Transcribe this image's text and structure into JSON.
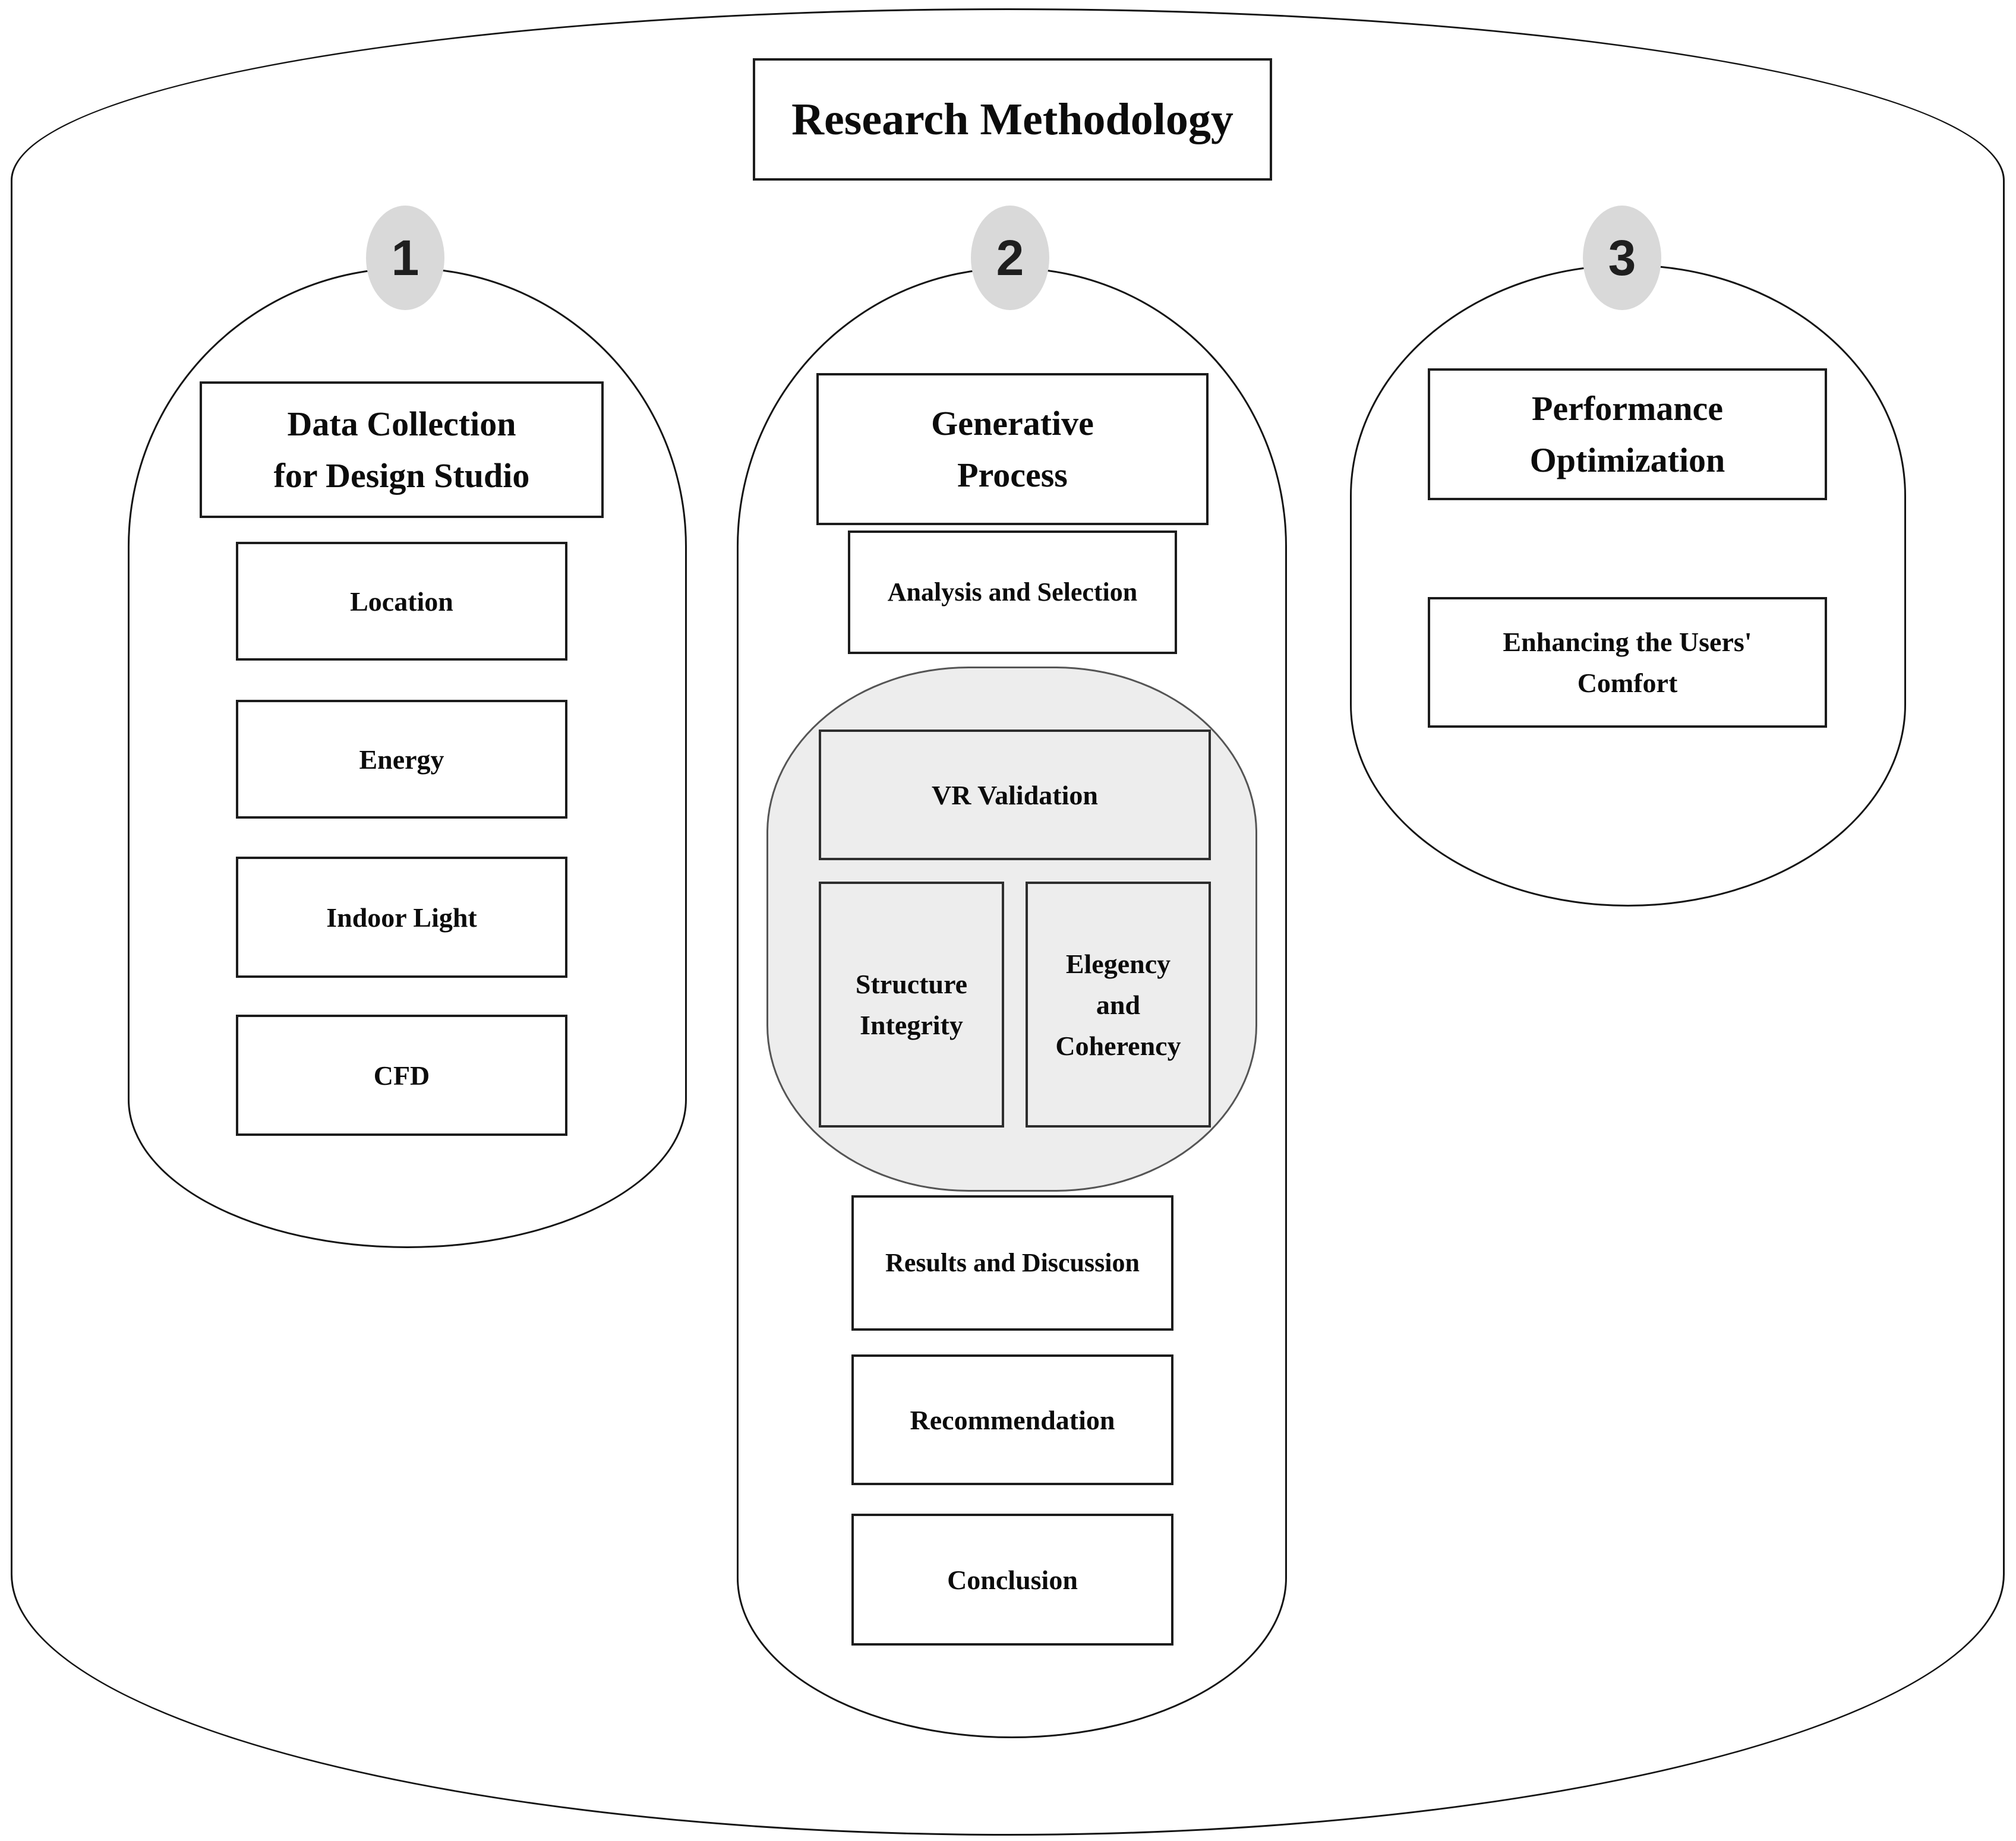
{
  "title": "Research Methodology",
  "columns": [
    {
      "number": "1",
      "header": "Data Collection\nfor Design Studio",
      "items": [
        "Location",
        "Energy",
        "Indoor Light",
        "CFD"
      ]
    },
    {
      "number": "2",
      "header": "Generative\nProcess",
      "analysis": "Analysis and Selection",
      "validation": {
        "main": "VR Validation",
        "left": "Structure\nIntegrity",
        "right": "Elegency\nand\nCoherency"
      },
      "results": "Results and Discussion",
      "recommendation": "Recommendation",
      "conclusion": "Conclusion"
    },
    {
      "number": "3",
      "header": "Performance\nOptimization",
      "comfort": "Enhancing the Users'\nComfort"
    }
  ],
  "colors": {
    "badge_fill": "#d9d9d9",
    "group_fill": "#ededed",
    "group_border": "#555555",
    "line": "#141414"
  }
}
